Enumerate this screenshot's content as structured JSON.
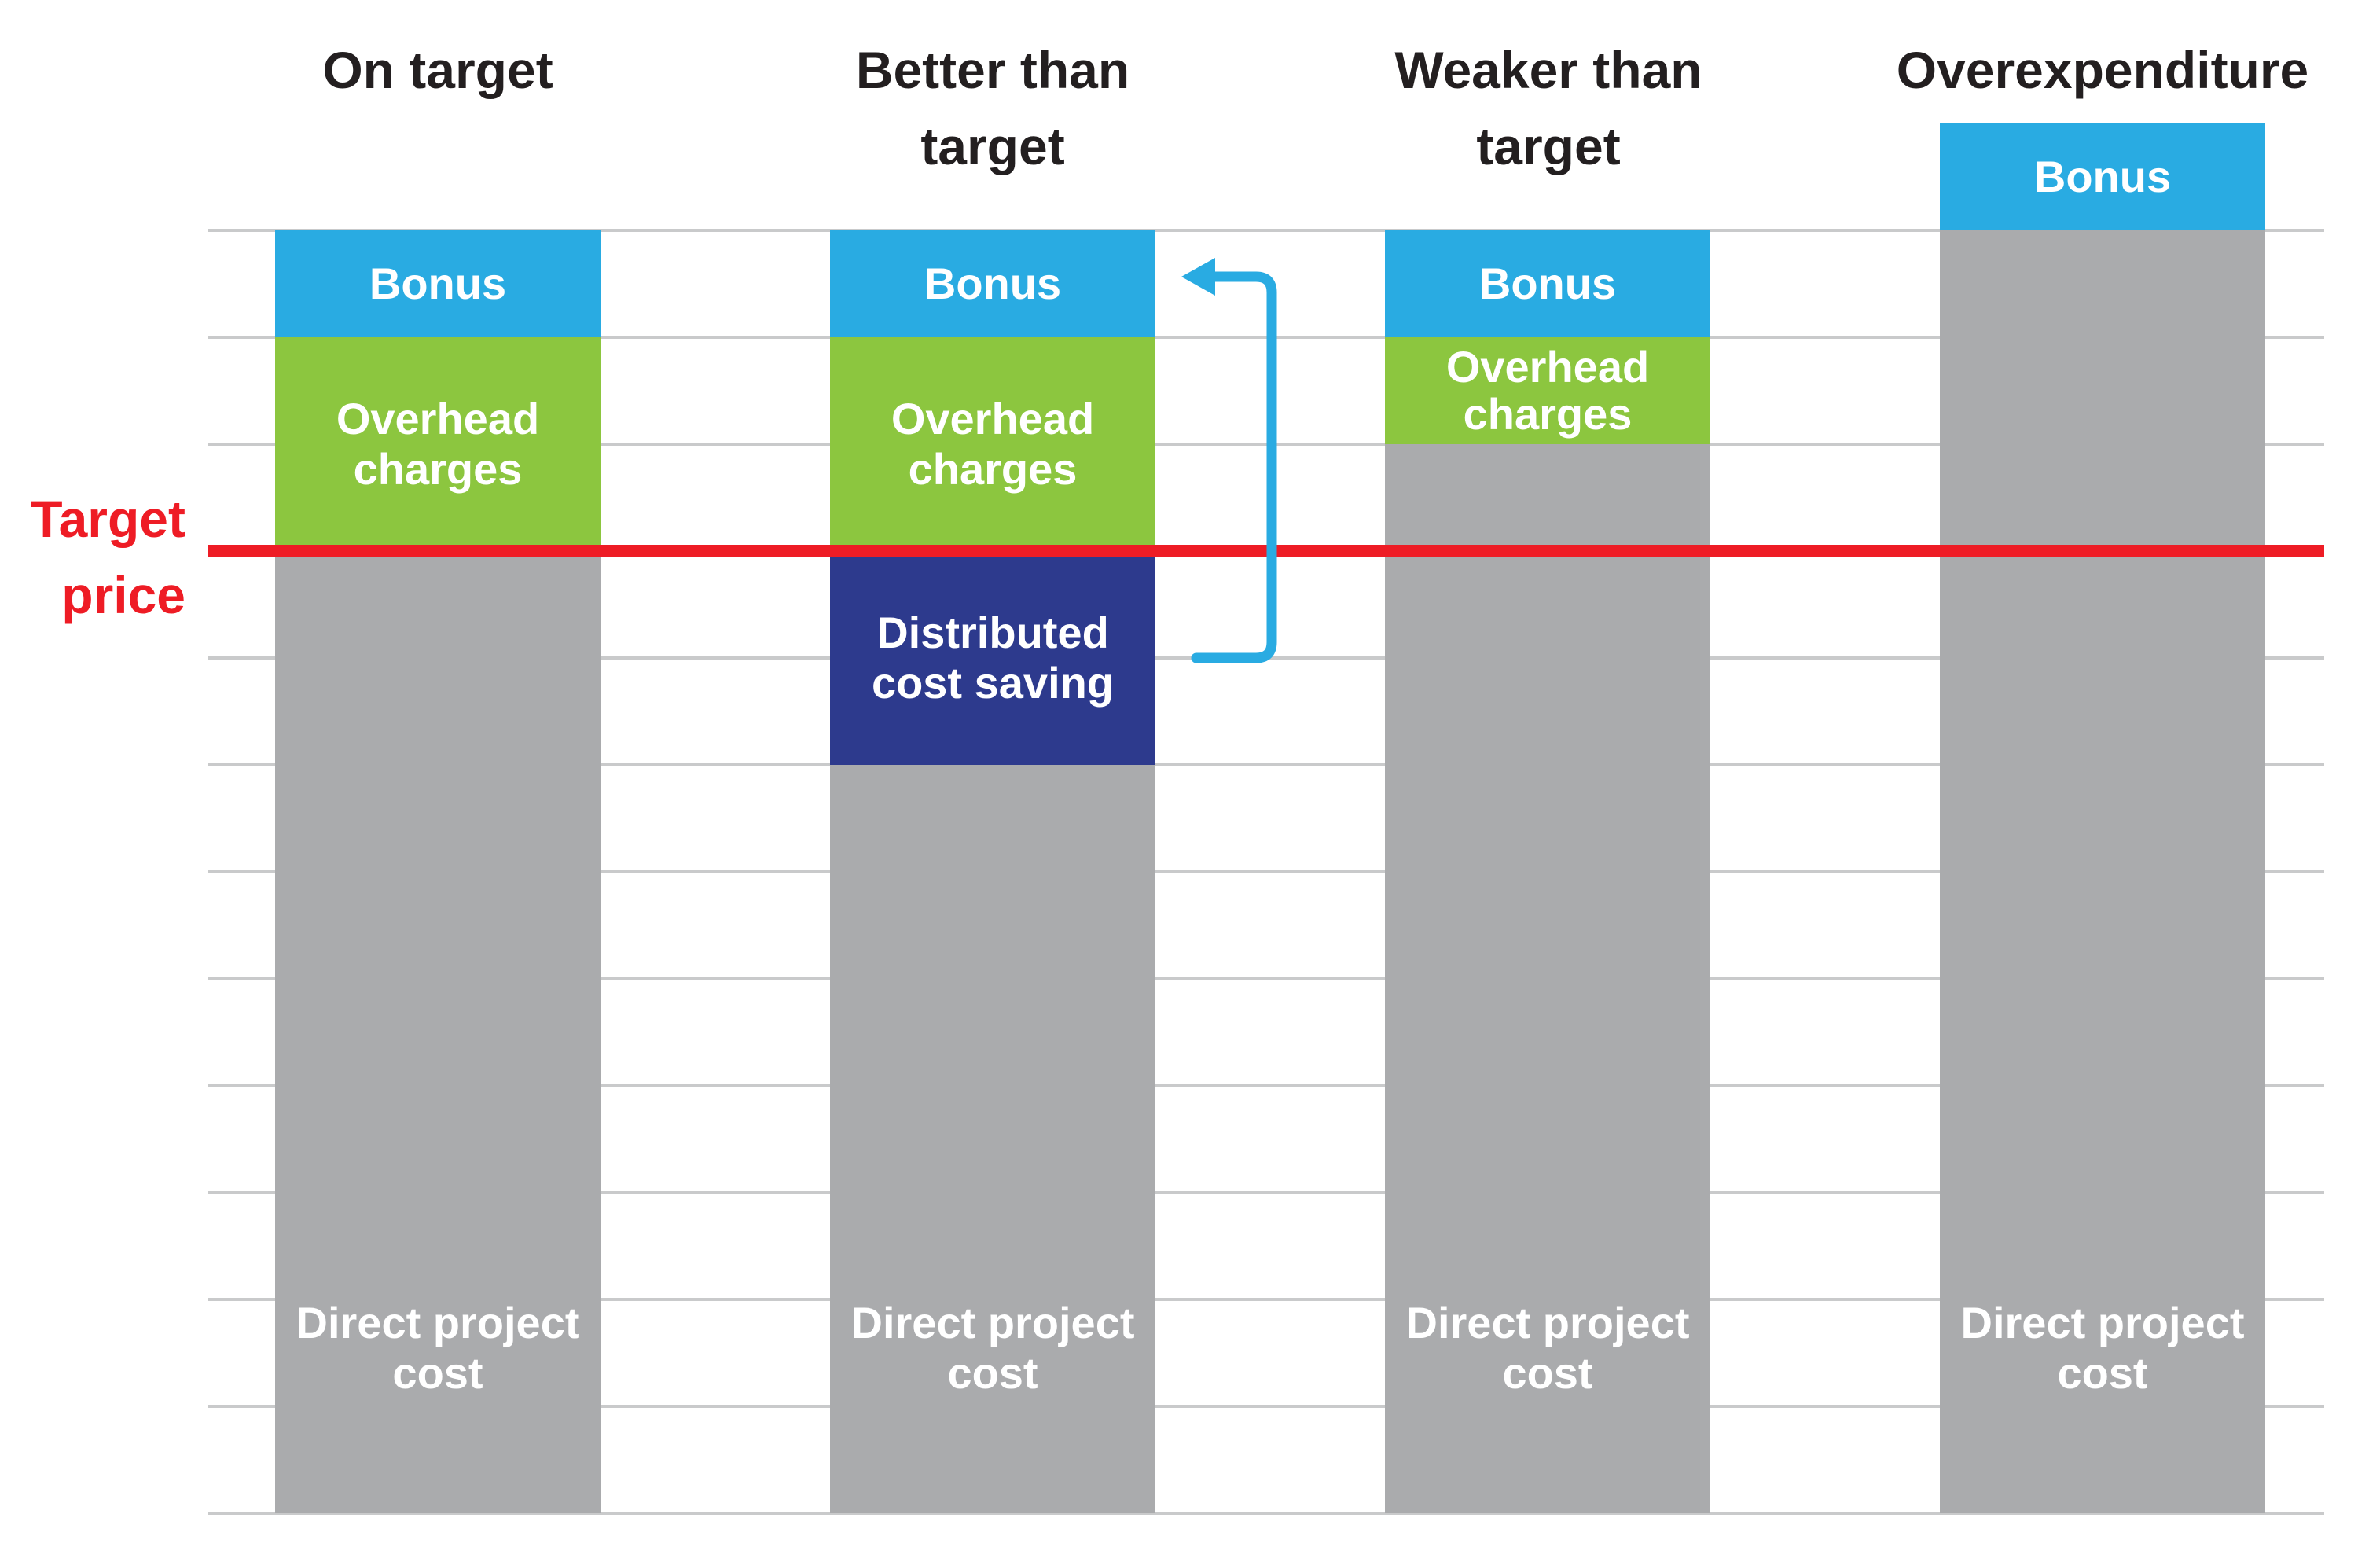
{
  "chart_data": {
    "type": "bar",
    "stacked": true,
    "title": "",
    "categories": [
      "On target",
      "Better than target",
      "Weaker than target",
      "Overexpenditure"
    ],
    "series": [
      {
        "name": "Direct project cost",
        "color": "#AAABAD",
        "values": [
          9,
          7,
          10,
          12
        ]
      },
      {
        "name": "Distributed cost saving",
        "color": "#2D3A8D",
        "values": [
          0,
          2,
          0,
          0
        ]
      },
      {
        "name": "Overhead charges",
        "color": "#8CC63F",
        "values": [
          2,
          2,
          1,
          0
        ]
      },
      {
        "name": "Bonus",
        "color": "#29ABE2",
        "values": [
          1,
          1,
          1,
          1
        ]
      }
    ],
    "bar_totals": [
      12,
      12,
      12,
      13
    ],
    "units": "gridline intervals (no numeric axis labels shown)",
    "ylim": [
      0,
      12
    ],
    "gridline_count": 13,
    "grid_on": true,
    "legend_position": "none (labels inside segments)",
    "target_line": {
      "label": "Target price",
      "value": 9,
      "color": "#EE1C25"
    },
    "annotation_arrow": {
      "color": "#29ABE2",
      "meaning": "Distributed cost saving flows to Bonus",
      "from_series": "Distributed cost saving",
      "to_series": "Bonus"
    }
  },
  "headers": [
    {
      "label": "On target"
    },
    {
      "label": "Better than target"
    },
    {
      "label": "Weaker than target"
    },
    {
      "label": "Overexpenditure"
    }
  ],
  "target_price": {
    "line1": "Target",
    "line2": "price"
  },
  "bars": [
    {
      "name": "on-target",
      "segments": [
        {
          "label": "Bonus"
        },
        {
          "label": "Overhead charges"
        },
        {
          "label": "Direct project cost"
        }
      ]
    },
    {
      "name": "better-than-target",
      "segments": [
        {
          "label": "Bonus"
        },
        {
          "label": "Overhead charges"
        },
        {
          "label": "Distributed cost saving"
        },
        {
          "label": "Direct project cost"
        }
      ]
    },
    {
      "name": "weaker-than-target",
      "segments": [
        {
          "label": "Bonus"
        },
        {
          "label": "Overhead charges"
        },
        {
          "label": "Direct project cost"
        }
      ]
    },
    {
      "name": "overexpenditure",
      "segments": [
        {
          "label": "Bonus"
        },
        {
          "label": "Direct project cost"
        }
      ]
    }
  ],
  "colors": {
    "bonus_blue": "#29ABE2",
    "overhead_green": "#8CC63F",
    "direct_cost_gray": "#AAABAD",
    "distributed_saving_indigo": "#2D3A8D",
    "target_red": "#EE1C25",
    "gridline_gray": "#C9CACB",
    "header_text": "#231F20"
  }
}
